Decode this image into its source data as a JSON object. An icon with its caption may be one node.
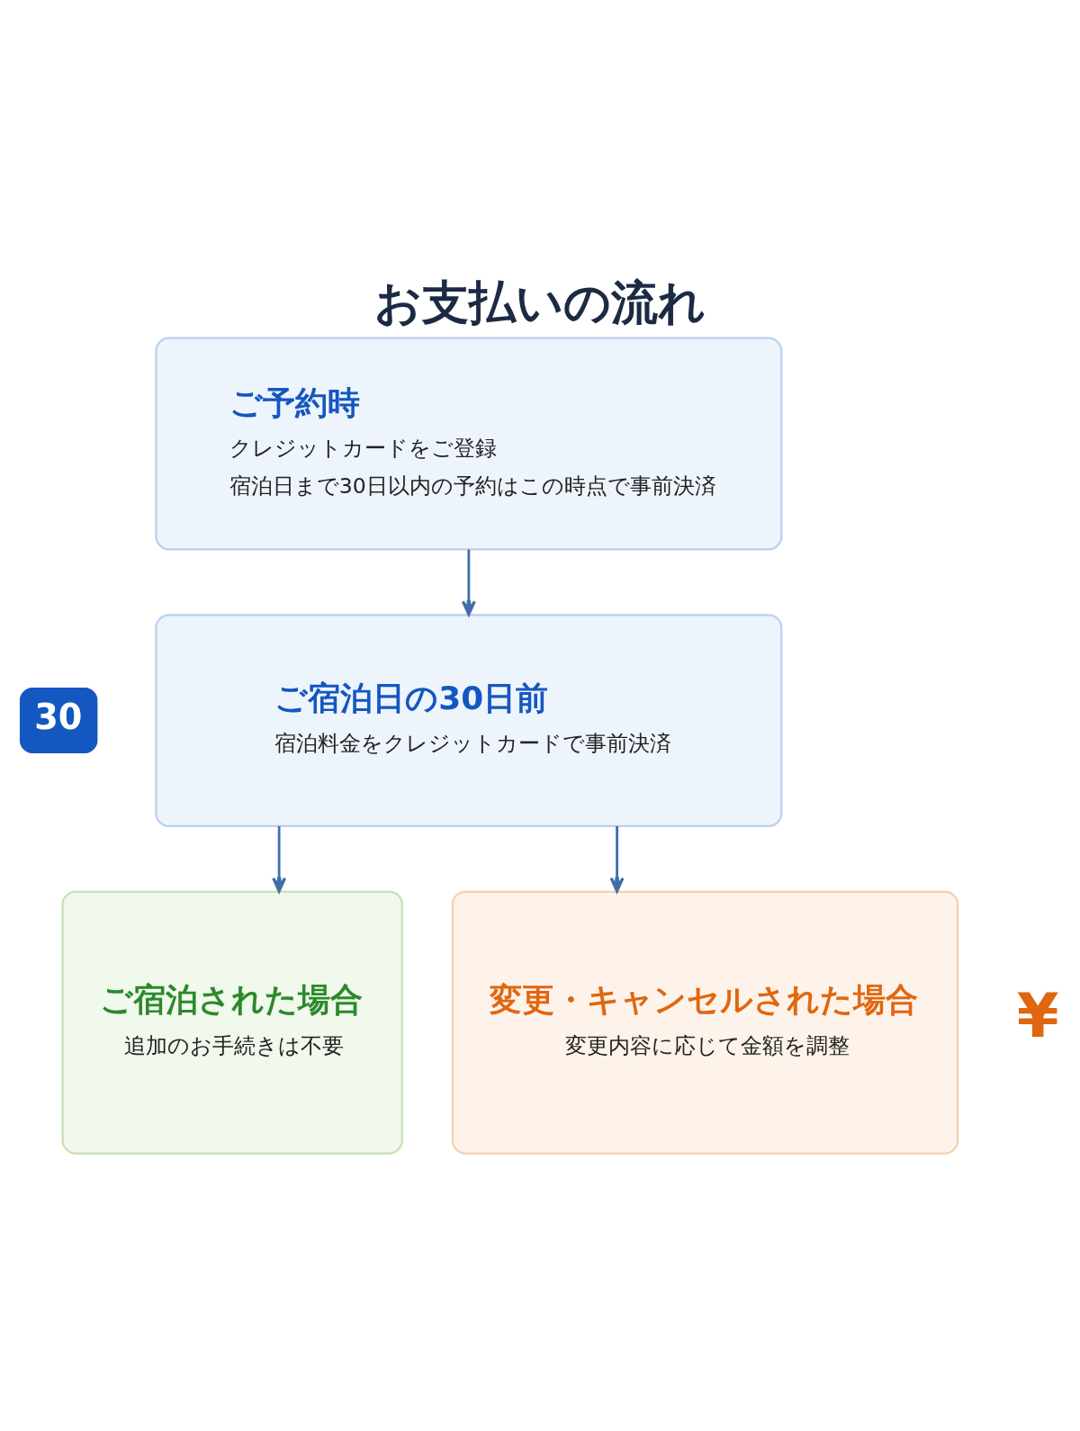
{
  "diagram": {
    "title": "お支払いの流れ",
    "nodes": [
      {
        "text": [
          "ご予約時",
          "クレジットカードをご登録",
          "宿泊日まで30日以内の予約はこの時点で事前決済"
        ]
      },
      {
        "text": [
          "ご宿泊日の30日前",
          "宿泊料金をクレジットカードで事前決済"
        ]
      },
      {
        "text": [
          "ご宿泊された場合",
          "追加のお手続きは不要"
        ]
      },
      {
        "text": [
          "変更・キャンセルされた場合",
          "変更内容に応じて金額を調整"
        ]
      }
    ],
    "edges": [
      {
        "from": 0,
        "to": 1,
        "arrow": "to"
      },
      {
        "from": 1,
        "to": 2,
        "arrow": "to"
      },
      {
        "from": 1,
        "to": 3,
        "arrow": "to"
      }
    ],
    "labels": [
      "30",
      "¥"
    ]
  }
}
